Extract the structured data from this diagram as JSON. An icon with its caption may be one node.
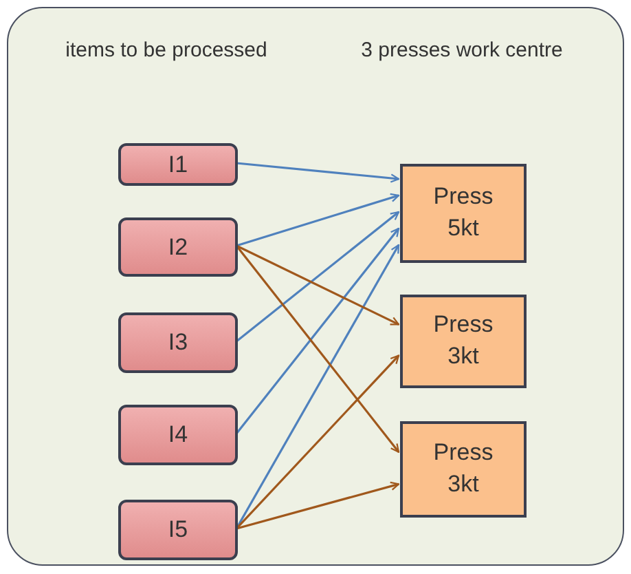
{
  "diagram": {
    "nodes": [
      {
        "text": [
          "items to be processed",
          "3 presses work centre"
        ]
      },
      {
        "text": [
          "I1"
        ],
        "in": 0
      },
      {
        "text": [
          "I2"
        ],
        "in": 0
      },
      {
        "text": [
          "I3"
        ],
        "in": 0
      },
      {
        "text": [
          "I4"
        ],
        "in": 0
      },
      {
        "text": [
          "I5"
        ],
        "in": 0
      },
      {
        "text": [
          "Press 5kt"
        ],
        "in": 0
      },
      {
        "text": [
          "Press 3kt"
        ],
        "in": 0
      },
      {
        "text": [
          "Press 3kt"
        ],
        "in": 0
      }
    ],
    "edges": [
      {
        "from": 1,
        "to": 6,
        "arrow": "to"
      },
      {
        "from": 2,
        "to": 6,
        "arrow": "to"
      },
      {
        "from": 3,
        "to": 6,
        "arrow": "to"
      },
      {
        "from": 4,
        "to": 6,
        "arrow": "to"
      },
      {
        "from": 5,
        "to": 6,
        "arrow": "to"
      },
      {
        "from": 2,
        "to": 7,
        "arrow": "to",
        "color": "#a0581c"
      },
      {
        "from": 2,
        "to": 8,
        "arrow": "to",
        "color": "#a0581c"
      },
      {
        "from": 5,
        "to": 7,
        "arrow": "to",
        "color": "#a0581c"
      },
      {
        "from": 5,
        "to": 8,
        "arrow": "to",
        "color": "#a0581c"
      }
    ]
  }
}
